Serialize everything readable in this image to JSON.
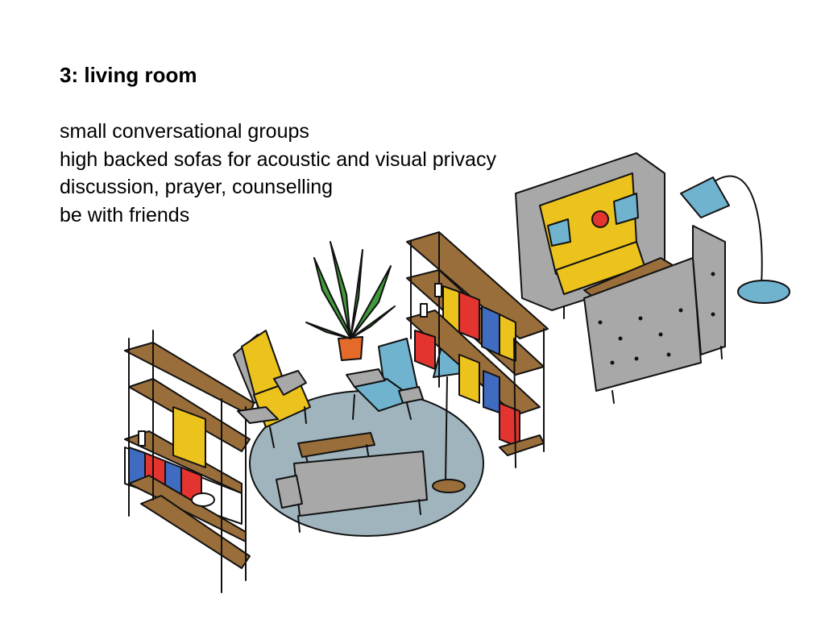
{
  "slide": {
    "title": "3: living room",
    "lines": [
      "small conversational groups",
      "high backed sofas for acoustic and visual privacy",
      "discussion, prayer, counselling",
      "be with friends"
    ]
  },
  "illustration": {
    "colors": {
      "wood": "#9a6e3a",
      "yellow": "#ecc21c",
      "blue": "#3f6cc0",
      "red": "#e3342f",
      "teal": "#6fb3cf",
      "grey": "#a8a8a8",
      "rug": "#9fb4bd",
      "plant": "#3f9a3a",
      "pot": "#e46a2a"
    }
  }
}
